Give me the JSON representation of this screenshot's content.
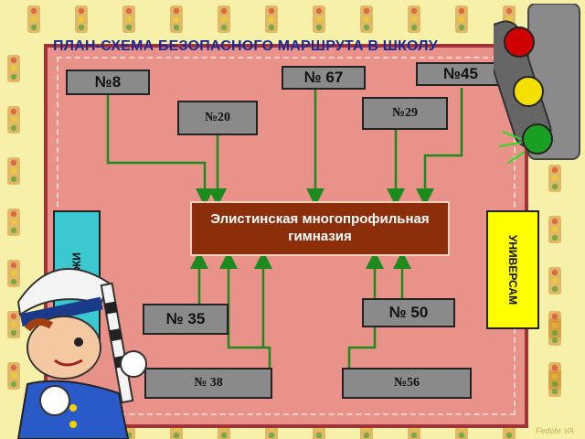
{
  "title": "ПЛАН-СХЕМА БЕЗОПАСНОГО МАРШРУТА В ШКОЛУ",
  "school": "Элистинская многопрофильная гимназия",
  "houses": {
    "h45": "№45",
    "h67": "№ 67",
    "h8": "№8",
    "h29": "№29",
    "h20": "№20",
    "h50": "№ 50",
    "h35": "№ 35",
    "h38": "№ 38",
    "h56": "№56"
  },
  "garages": "ГАРАЖИ",
  "store": "УНИВЕРСАМ",
  "signature": "Fedote VA",
  "colors": {
    "background": "#f6f0a8",
    "board": "#e9928a",
    "board_border": "#a0333a",
    "route": "#1d8a1d",
    "title": "#1a2a9a",
    "school": "#8b2e0a",
    "garages": "#3cc8d0",
    "store": "#ffff00",
    "house": "#8a8a8a"
  },
  "icons": [
    "traffic-light-icon",
    "policeman-illustration"
  ]
}
